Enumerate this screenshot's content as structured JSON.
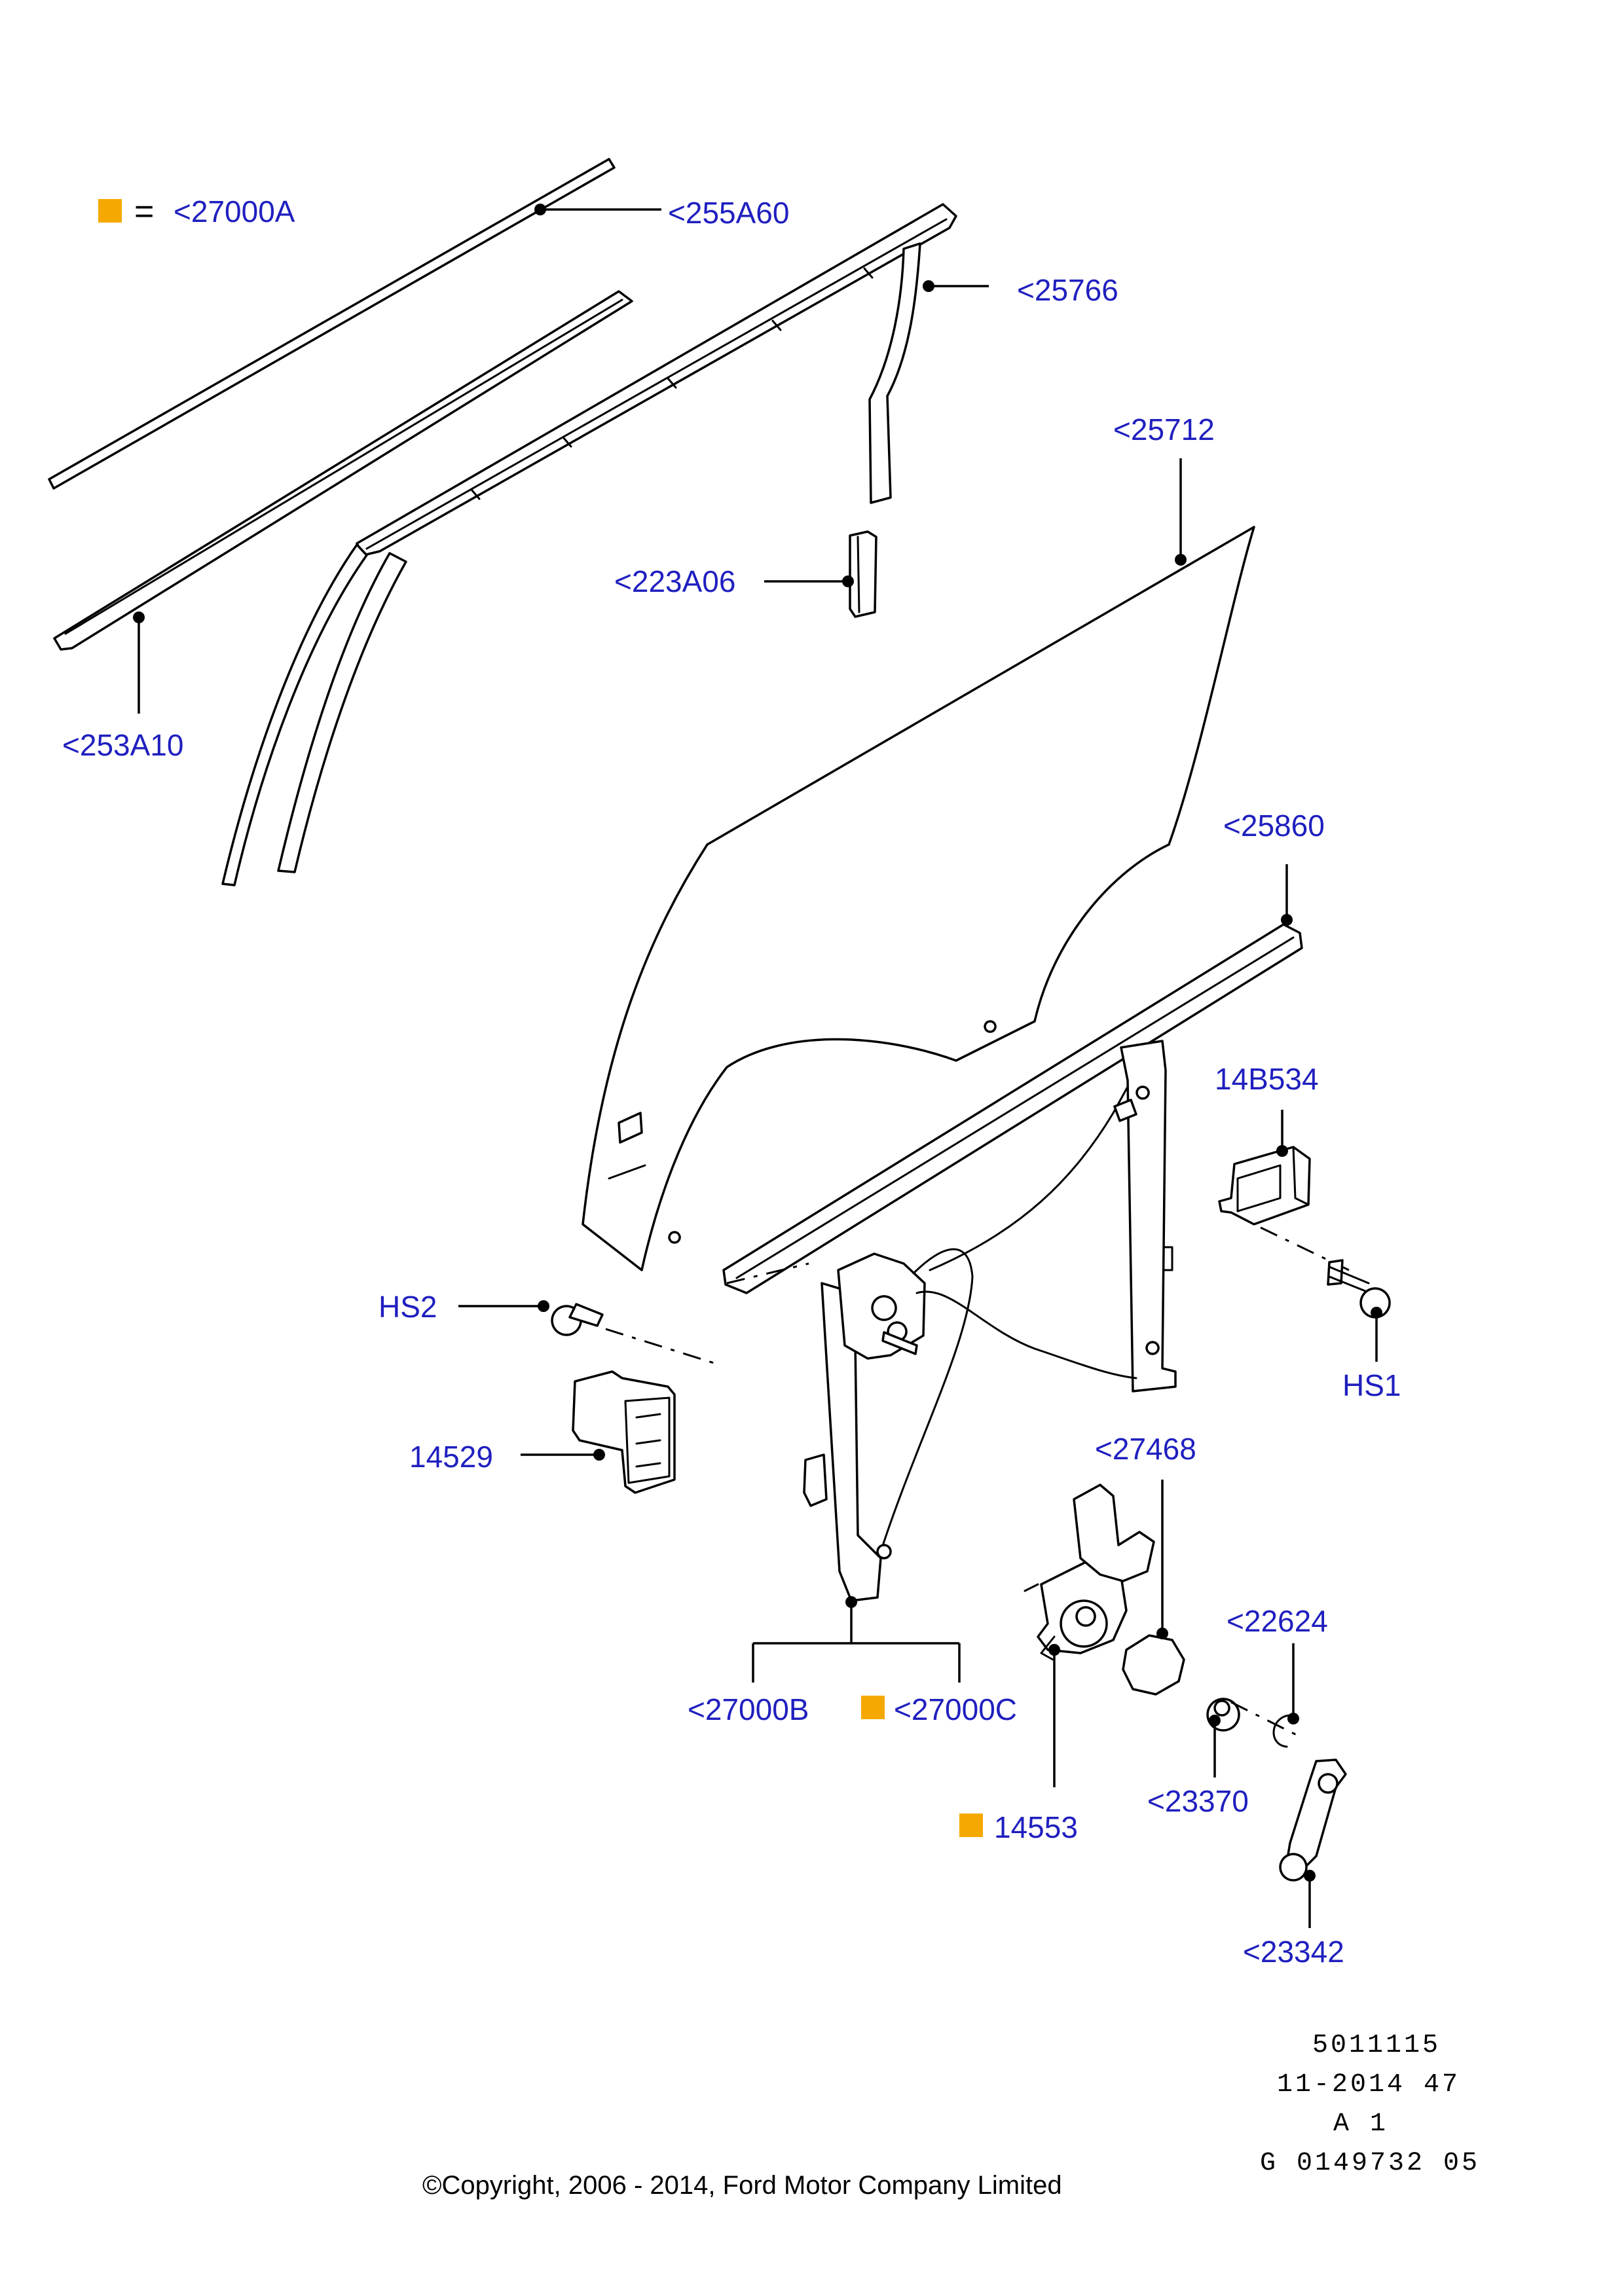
{
  "legend": {
    "equals_sign": "=",
    "label": "<27000A",
    "swatch_color": "#f5a800"
  },
  "callouts": {
    "c255A60": "<255A60",
    "c25766": "<25766",
    "c25712": "<25712",
    "c223A06": "<223A06",
    "c253A10": "<253A10",
    "c25860": "<25860",
    "c14B534": "14B534",
    "cHS2": "HS2",
    "cHS1": "HS1",
    "c14529": "14529",
    "c27468": "<27468",
    "c22624": "<22624",
    "c27000B": "<27000B",
    "c27000C": "<27000C",
    "c14553": "14553",
    "c23370": "<23370",
    "c23342": "<23342"
  },
  "meta": {
    "line1": "5011115",
    "line2": "11-2014 47",
    "line3": "A 1",
    "line4": "G 0149732 05"
  },
  "copyright": "©Copyright, 2006 - 2014, Ford Motor Company Limited",
  "colors": {
    "callout_text": "#1f1fbf",
    "accent_marker": "#f5a800",
    "line": "#000000"
  }
}
